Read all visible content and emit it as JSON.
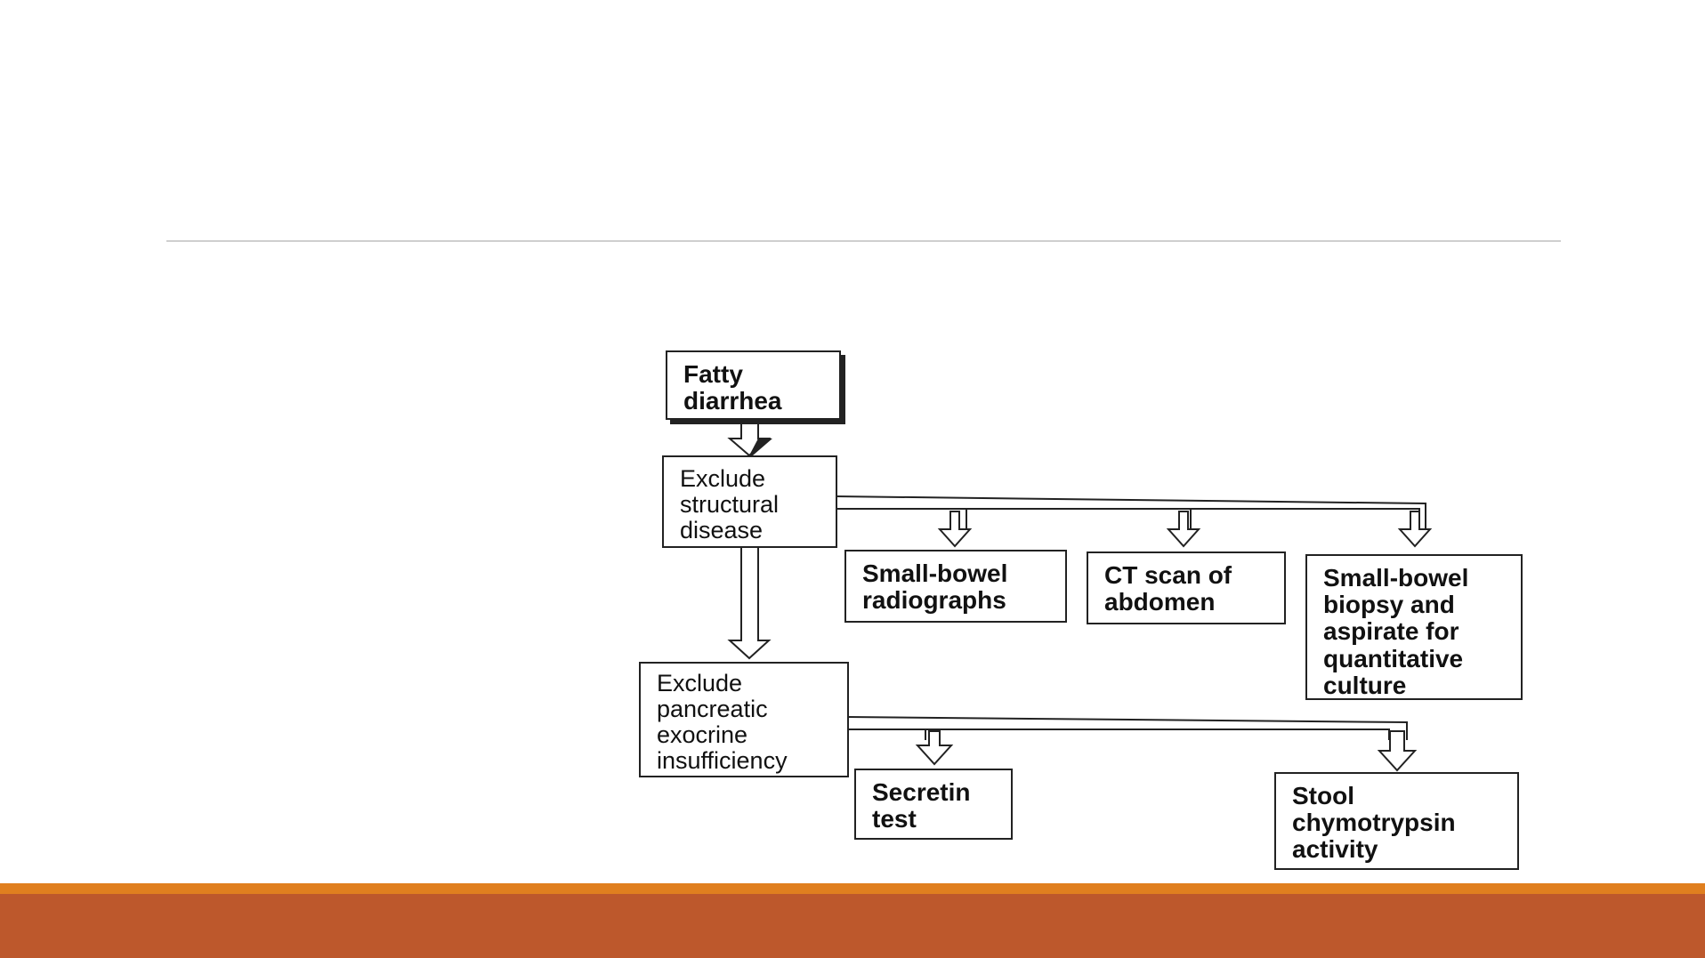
{
  "colors": {
    "background": "#ffffff",
    "divider": "#cfcfcf",
    "footer_orange": "#e07f1f",
    "footer_brown": "#bd582c",
    "ink": "#222222"
  },
  "flowchart": {
    "fatty_diarrhea": [
      "Fatty",
      "diarrhea"
    ],
    "exclude_structural": [
      "Exclude",
      "structural",
      "disease"
    ],
    "small_bowel_radiographs": [
      "Small-bowel",
      "radiographs"
    ],
    "ct_scan": [
      "CT scan of",
      "abdomen"
    ],
    "small_bowel_biopsy": [
      "Small-bowel",
      "biopsy and",
      "aspirate for",
      "quantitative",
      "culture"
    ],
    "exclude_pancreatic": [
      "Exclude",
      "pancreatic",
      "exocrine",
      "insufficiency"
    ],
    "secretin_test": [
      "Secretin",
      "test"
    ],
    "stool_chymotrypsin": [
      "Stool",
      "chymotrypsin",
      "activity"
    ]
  }
}
